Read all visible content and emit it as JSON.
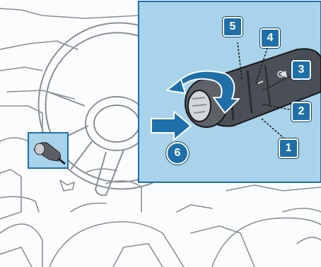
{
  "figure": {
    "callouts": [
      "1",
      "2",
      "3",
      "4",
      "5",
      "6"
    ],
    "colors": {
      "detail_panel": "#a9d3ea",
      "detail_panel_border": "#1f6fa8",
      "callout_fill": "#1f6fa8",
      "arrow_fill": "#1f6fa8",
      "line_art": "#7a7f85"
    },
    "icons": [
      "rotate-arrow-icon",
      "push-arrow-icon"
    ]
  }
}
